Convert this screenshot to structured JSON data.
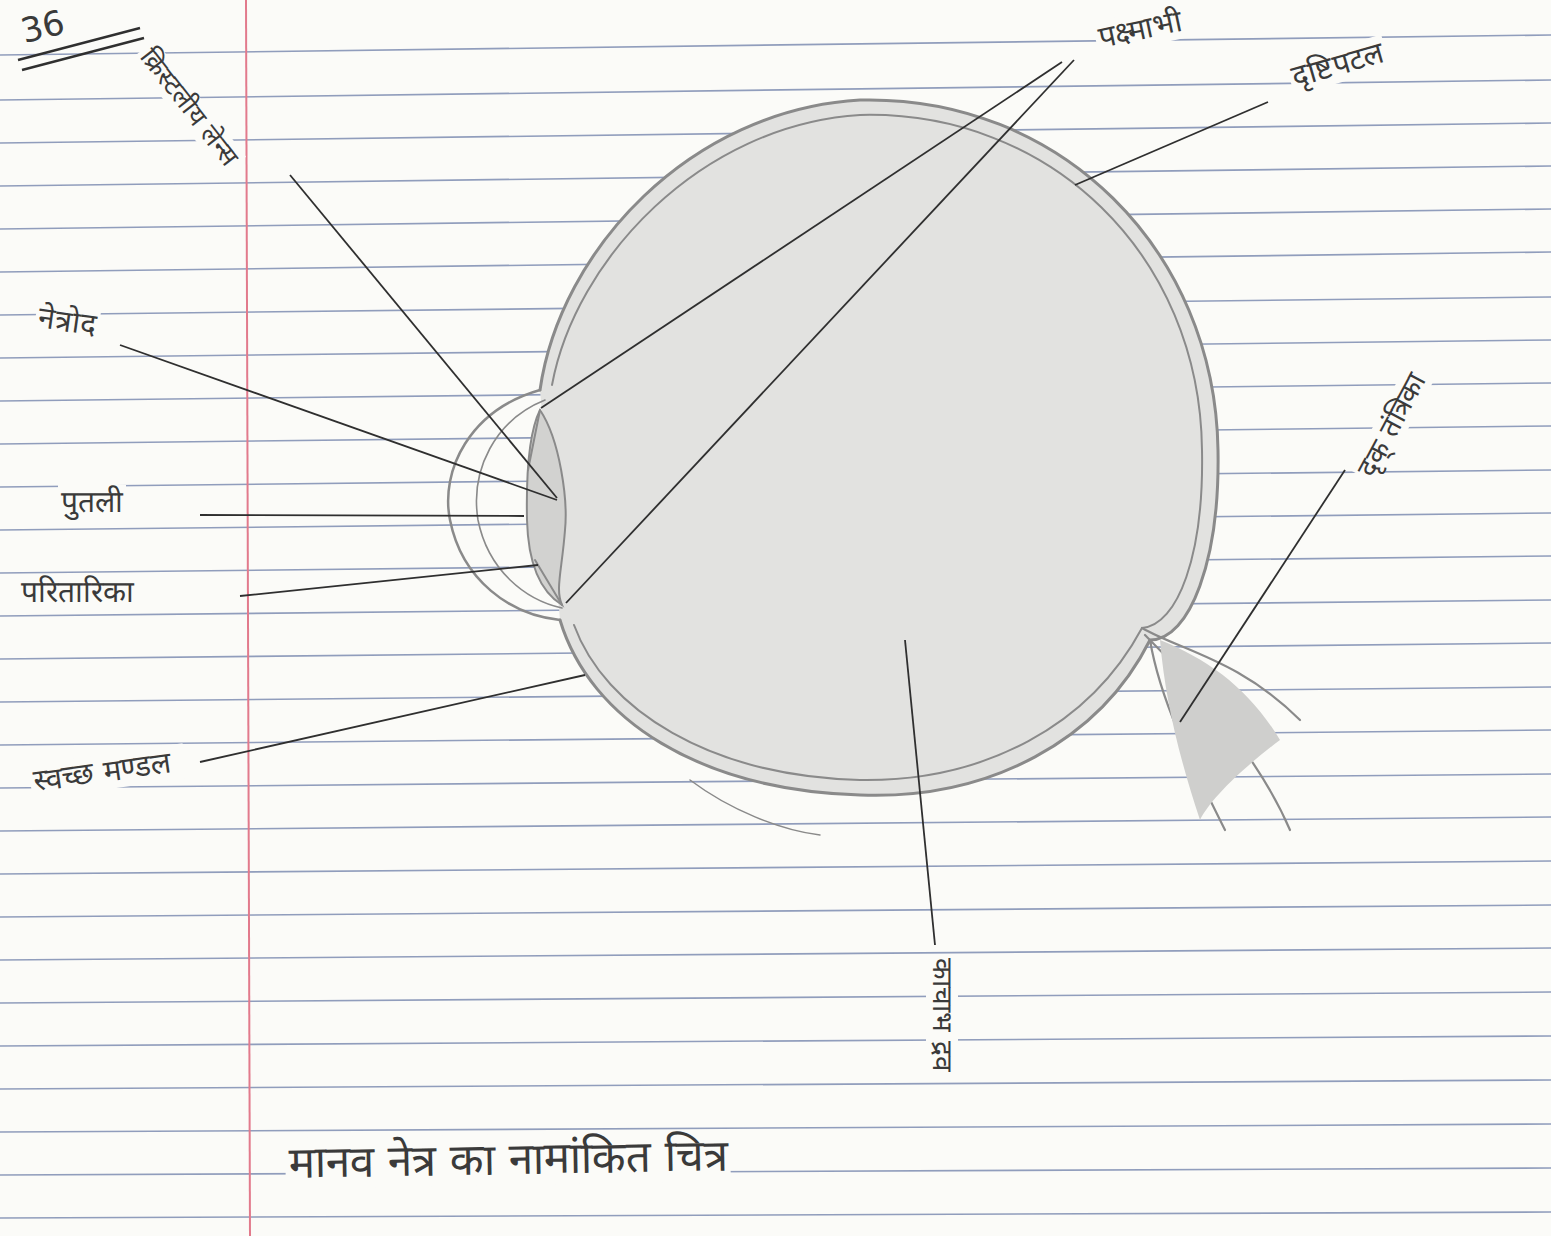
{
  "diagram": {
    "caption": "मानव नेत्र का नामांकित चित्र",
    "labels": [
      "36",
      "क्रिस्टलीय लेन्स",
      "पक्ष्माभी",
      "दृष्टिपटल",
      "नेत्रोद",
      "पुतली",
      "परितारिका",
      "स्वच्छ मण्डल",
      "दृक् तंत्रिका",
      "काचाभ द्रव"
    ]
  }
}
